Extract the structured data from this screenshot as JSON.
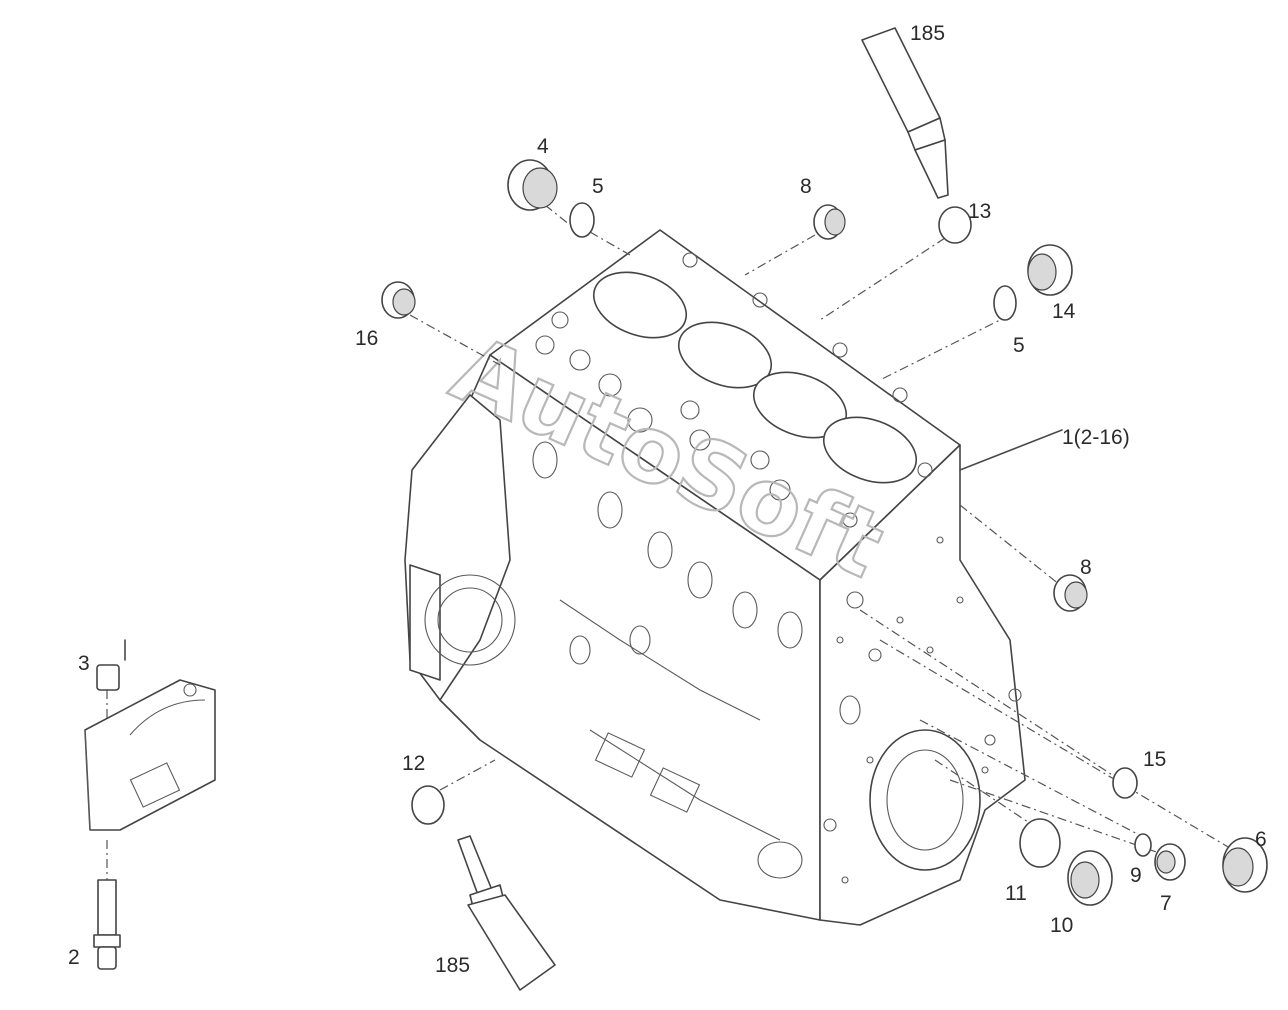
{
  "diagram": {
    "watermark": "AutoSoft",
    "callouts": {
      "c185_top": "185",
      "c185_bottom": "185",
      "c4": "4",
      "c5_top": "5",
      "c5_right": "5",
      "c8_top": "8",
      "c8_right": "8",
      "c13": "13",
      "c14": "14",
      "c16": "16",
      "c1": "1(2-16)",
      "c12": "12",
      "c15": "15",
      "c6": "6",
      "c11": "11",
      "c9": "9",
      "c7": "7",
      "c10": "10",
      "c3": "3",
      "c2": "2"
    }
  }
}
